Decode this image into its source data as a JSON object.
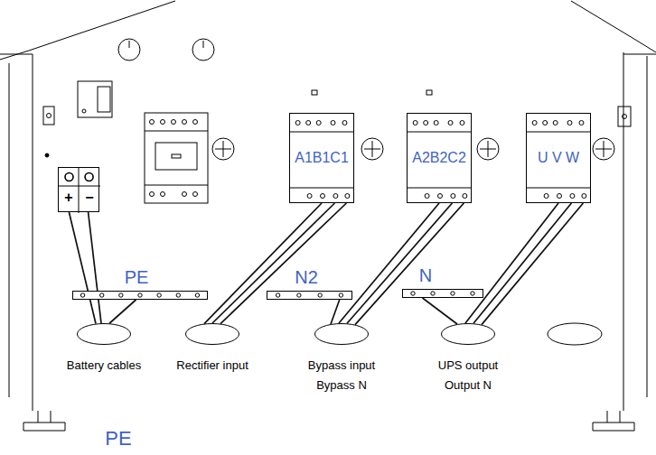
{
  "diagram": {
    "nodes": [
      {
        "text": [
          "+",
          "−"
        ]
      },
      {
        "text": [
          "A1B1C1"
        ]
      },
      {
        "text": [
          "A2B2C2"
        ]
      },
      {
        "text": [
          "U V W"
        ]
      },
      {
        "text": [
          "PE"
        ]
      },
      {
        "text": [
          "N2"
        ]
      },
      {
        "text": [
          "N"
        ]
      },
      {
        "text": [
          "Battery cables"
        ]
      },
      {
        "text": [
          "Rectifier input"
        ]
      },
      {
        "text": [
          "Bypass input",
          "Bypass N"
        ]
      },
      {
        "text": [
          "UPS output",
          "Output N"
        ]
      }
    ],
    "edges": [
      {
        "from": 0,
        "to": 7,
        "arrow": "none"
      },
      {
        "from": 0,
        "to": 7,
        "arrow": "none"
      },
      {
        "from": 4,
        "to": 7,
        "arrow": "none"
      },
      {
        "from": 1,
        "to": 8,
        "arrow": "none"
      },
      {
        "from": 1,
        "to": 8,
        "arrow": "none"
      },
      {
        "from": 1,
        "to": 8,
        "arrow": "none"
      },
      {
        "from": 2,
        "to": 9,
        "arrow": "none"
      },
      {
        "from": 2,
        "to": 9,
        "arrow": "none"
      },
      {
        "from": 2,
        "to": 9,
        "arrow": "none"
      },
      {
        "from": 5,
        "to": 9,
        "arrow": "none"
      },
      {
        "from": 3,
        "to": 10,
        "arrow": "none"
      },
      {
        "from": 3,
        "to": 10,
        "arrow": "none"
      },
      {
        "from": 3,
        "to": 10,
        "arrow": "none"
      },
      {
        "from": 6,
        "to": 10,
        "arrow": "none"
      }
    ],
    "labels": [
      "PE"
    ]
  }
}
